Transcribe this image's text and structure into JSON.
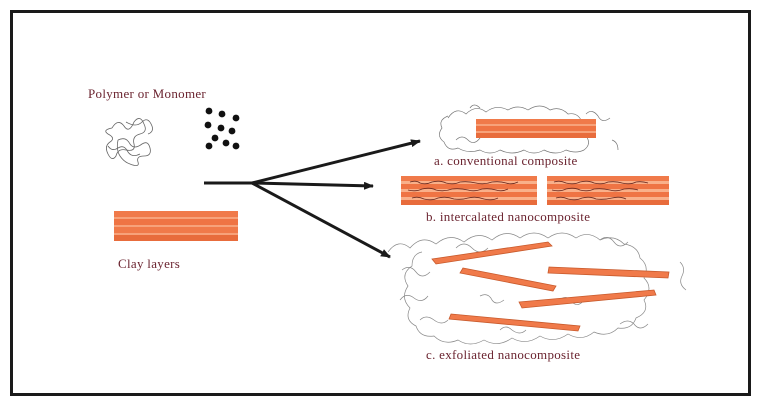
{
  "labels": {
    "polymer_or_monomer": "Polymer or Monomer",
    "clay_layers": "Clay layers",
    "conventional": "a. conventional composite",
    "intercalated": "b. intercalated nanocomposite",
    "exfoliated": "c. exfoliated nanocomposite"
  },
  "colors": {
    "clay": "#f07a4a",
    "clay_dark": "#c85a2c",
    "clay_light": "#f7a27a",
    "label": "#6b2430",
    "arrow": "#1a1a1a",
    "polymer": "#555555"
  }
}
